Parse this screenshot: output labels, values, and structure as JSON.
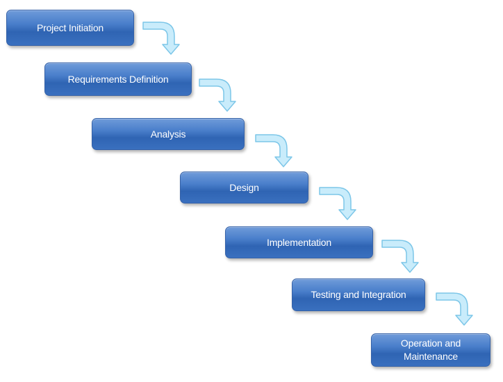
{
  "diagram": {
    "phases": [
      {
        "label": "Project Initiation"
      },
      {
        "label": "Requirements Definition"
      },
      {
        "label": "Analysis"
      },
      {
        "label": "Design"
      },
      {
        "label": "Implementation"
      },
      {
        "label": "Testing and Integration"
      },
      {
        "label": "Operation and\nMaintenance"
      }
    ],
    "arrow_count": 6,
    "colors": {
      "box_fill": "#4a7fcb",
      "box_text": "#ffffff",
      "arrow_fill": "#c9ecfb",
      "arrow_stroke": "#7cc6e8"
    }
  }
}
